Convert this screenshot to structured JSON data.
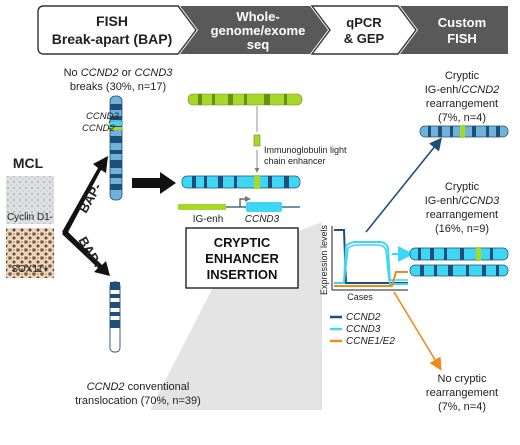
{
  "header": {
    "steps": [
      {
        "line1": "FISH",
        "line2": "Break-apart (BAP)"
      },
      {
        "line1": "Whole-",
        "line2": "genome/exome",
        "line3": "seq"
      },
      {
        "line1": "qPCR",
        "line2": "& GEP"
      },
      {
        "line1": "Custom",
        "line2": "FISH"
      }
    ]
  },
  "left": {
    "no_breaks_line1_a": "No ",
    "no_breaks_gene1": "CCND2",
    "no_breaks_or": " or ",
    "no_breaks_gene2": "CCND3",
    "no_breaks_line2": "breaks (30%, n=17)",
    "chrom_label_ccnd3": "CCND3",
    "chrom_label_ccnd2": "CCND2",
    "mcl_title": "MCL",
    "cyclin_label": "Cyclin D1-",
    "sox11_label": "SOX11+",
    "bap_neg": "BAP-",
    "bap_pos": "BAP+",
    "conventional_gene": "CCND2",
    "conventional_line1_rest": " conventional",
    "conventional_line2": "translocation (70%, n=39)"
  },
  "middle": {
    "enhancer_label_line1": "Immunoglobulin light",
    "enhancer_label_line2": "chain enhancer",
    "ig_enh_label": "IG-enh",
    "ccnd3_label": "CCND3",
    "insertion_line1": "CRYPTIC",
    "insertion_line2": "ENHANCER",
    "insertion_line3": "INSERTION"
  },
  "plot": {
    "ylabel": "Expression levels",
    "xlabel": "Cases",
    "legend": [
      {
        "name": "CCND2",
        "color": "#1f4e79"
      },
      {
        "name": "CCND3",
        "color": "#3dd6f5"
      },
      {
        "name": "CCNE1/E2",
        "color": "#f08a1c"
      }
    ]
  },
  "right": {
    "r1_line1": "Cryptic",
    "r1_line2_prefix": "IG-enh/",
    "r1_line2_gene": "CCND2",
    "r1_line3": "rearrangement",
    "r1_line4": "(7%, n=4)",
    "r2_line1": "Cryptic",
    "r2_line2_prefix": "IG-enh/",
    "r2_line2_gene": "CCND3",
    "r2_line3": "rearrangement",
    "r2_line4": "(16%, n=9)",
    "r3_line1": "No cryptic",
    "r3_line2": "rearrangement",
    "r3_line3": "(7%, n=4)"
  },
  "colors": {
    "dark_blue": "#1f4e79",
    "cyan": "#3dd6f5",
    "lime": "#a6d82a",
    "orange": "#f08a1c",
    "header_gray": "#595959"
  }
}
